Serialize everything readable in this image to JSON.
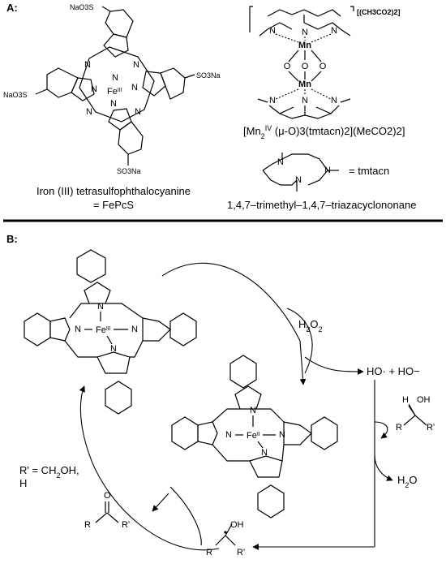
{
  "panel_a": {
    "label": "A",
    "fepcs": {
      "substituents": [
        "NaO3S",
        "SO3Na",
        "NaO3S",
        "SO3Na"
      ],
      "metal": "Fe",
      "metal_ox": "III",
      "n_atom": "N",
      "caption_line1": "Iron (III) tetrasulfophthalocyanine",
      "caption_line2": "= FePcS"
    },
    "mn_complex": {
      "counterion": "[(CH3CO2)2]",
      "metal": "Mn",
      "oxo": "O",
      "formula_prefix": "[Mn",
      "formula_sub": "2",
      "formula_sup": "IV",
      "formula_rest": " (μ-O)3(tmtacn)2](MeCO2)2]"
    },
    "tmtacn": {
      "equals": "= tmtacn",
      "caption": "1,4,7–trimethyl–1,4,7–triazacyclononane"
    }
  },
  "panel_b": {
    "label": "B",
    "fe3_metal": "Fe",
    "fe3_ox": "III",
    "fe2_metal": "Fe",
    "fe2_ox": "II",
    "oxidant": "H2O2",
    "radicals": "HO· + HO−",
    "alcohol_oh": "OH",
    "alcohol_r": "R",
    "alcohol_r2": "R'",
    "water": "H2O",
    "radical_oh": "OH",
    "radical_r": "R",
    "radical_r2": "R'",
    "rprime_def_line1": "R' = CH2OH,",
    "rprime_def_line2": "H",
    "ketone_o": "O",
    "ketone_r": "R",
    "ketone_r2": "R'"
  }
}
